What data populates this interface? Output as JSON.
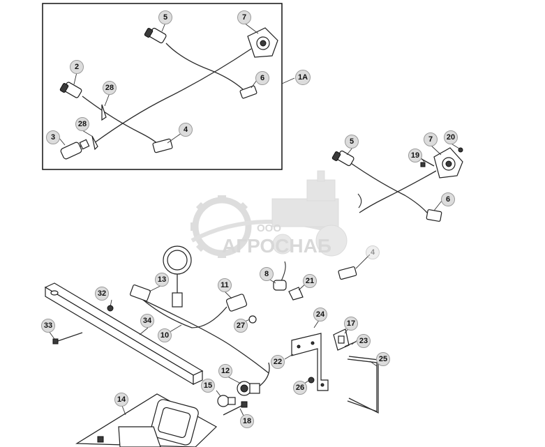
{
  "watermark": {
    "prefix": "ООО",
    "name": "АГРОСНАБ",
    "color": "#b9b9b9"
  },
  "callouts": [
    "5",
    "7",
    "2",
    "28",
    "6",
    "1A",
    "28",
    "4",
    "3",
    "5",
    "7",
    "20",
    "19",
    "6",
    "4",
    "13",
    "11",
    "8",
    "21",
    "32",
    "10",
    "27",
    "33",
    "34",
    "24",
    "17",
    "23",
    "22",
    "25",
    "12",
    "15",
    "26",
    "14",
    "18"
  ]
}
